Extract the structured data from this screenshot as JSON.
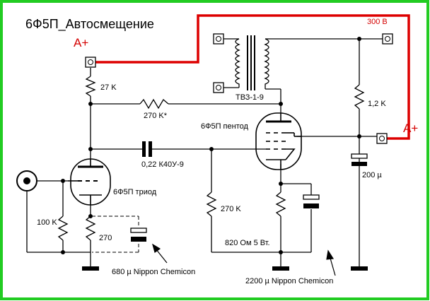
{
  "title": "6Ф5П_Автосмещение",
  "labels": {
    "a_plus_left": "A+",
    "a_plus_right": "A+",
    "supply_300v": "300 В",
    "r_27k": "27 K",
    "r_270k_star": "270 K*",
    "transformer": "ТВЗ-1-9",
    "r_1_2k": "1,2 K",
    "pentode": "6Ф5П пентод",
    "cap_coupling": "0,22 К40У-9",
    "cap_200u": "200 µ",
    "triode": "6Ф5П триод",
    "r_100k": "100 K",
    "r_270k": "270 K",
    "r_270": "270",
    "r_820": "820 Ом 5 Вт.",
    "cap_680u": "680 µ Nippon Chemicon",
    "cap_2200u": "2200 µ  Nippon Chemicon"
  },
  "colors": {
    "frame": "#22cc22",
    "wire": "#000000",
    "supply_wire": "#dd0000",
    "supply_text": "#d40000"
  }
}
